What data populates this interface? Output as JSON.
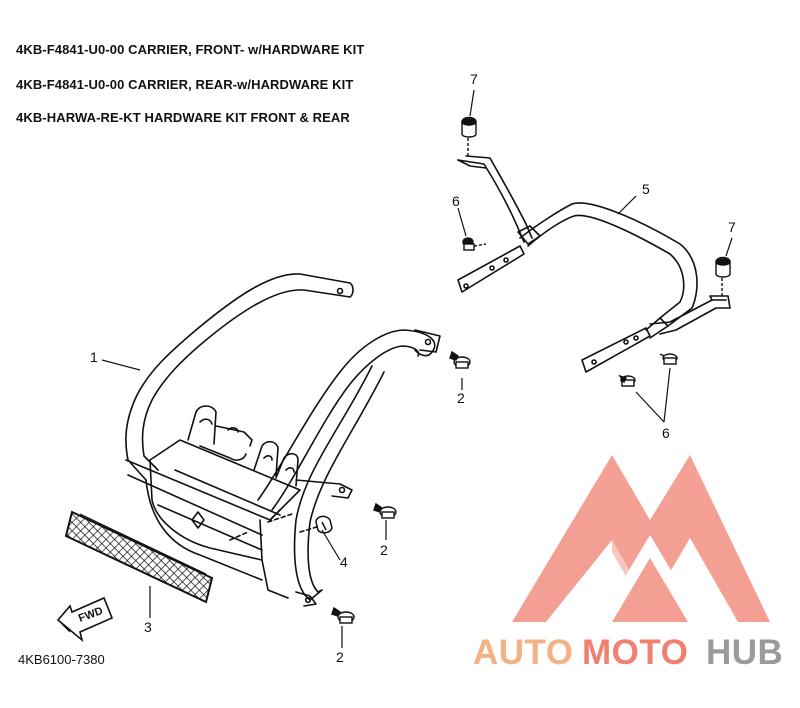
{
  "header_lines": [
    "4KB-F4841-U0-00   CARRIER, FRONT- w/HARDWARE KIT",
    "4KB-F4841-U0-00   CARRIER, REAR-w/HARDWARE KIT",
    "4KB-HARWA-RE-KT HARDWARE KIT FRONT & REAR"
  ],
  "diagram_code": "4KB6100-7380",
  "callouts": {
    "front_carrier": "1",
    "bolt_front_right": "2",
    "bolt_mid_right": "2",
    "bolt_bottom": "2",
    "grille": "3",
    "washer": "4",
    "rear_carrier": "5",
    "bolt_rear_left": "6",
    "bolts_rear_right": "6",
    "cap_left": "7",
    "cap_right": "7"
  },
  "fwd_label": "FWD",
  "watermark": {
    "part1": "AUTO",
    "part2": "MOTO",
    "part3": "HUB",
    "color_orange": "#f4b183",
    "color_red": "#f08070",
    "color_gray": "#9a9a9a"
  }
}
